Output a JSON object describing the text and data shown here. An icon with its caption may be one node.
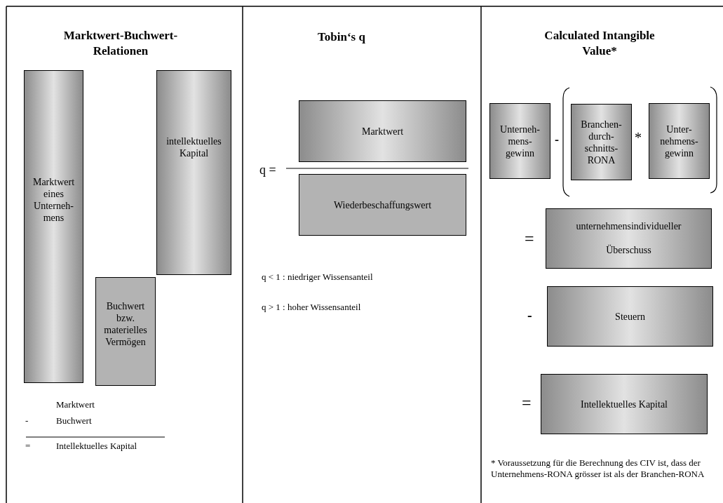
{
  "diagram": {
    "nodes": [
      {
        "text": [
          "Marktwert eines Unterneh- mens"
        ]
      },
      {
        "text": [
          "Buchwert bzw. materielles Vermögen"
        ]
      },
      {
        "text": [
          "intellektuelles Kapital"
        ]
      },
      {
        "text": [
          "Marktwert"
        ]
      },
      {
        "text": [
          "Wiederbeschaffungswert"
        ]
      },
      {
        "text": [
          "Unterneh- mens- gewinn"
        ]
      },
      {
        "text": [
          "Branchen- durch- schnitts- RONA"
        ]
      },
      {
        "text": [
          "Unter- nehmens- gewinn"
        ]
      },
      {
        "text": [
          "unternehmensindividueller Überschuss"
        ]
      },
      {
        "text": [
          "Steuern"
        ]
      },
      {
        "text": [
          "Intellektuelles Kapital"
        ]
      }
    ],
    "labels": [
      "Marktwert-Buchwert- Relationen",
      "Tobin‘s q",
      "Calculated Intangible Value*",
      "Marktwert",
      "-",
      "Buchwert",
      "=",
      "Intellektuelles Kapital",
      "q =",
      "q < 1 : niedriger Wissensanteil",
      "q > 1 : hoher Wissensanteil",
      "-",
      "*",
      "=",
      "-",
      "=",
      "* Voraussetzung für die Berechnung des CIV ist, dass der Unternehmens-RONA grösser ist als der Branchen-RONA"
    ]
  }
}
